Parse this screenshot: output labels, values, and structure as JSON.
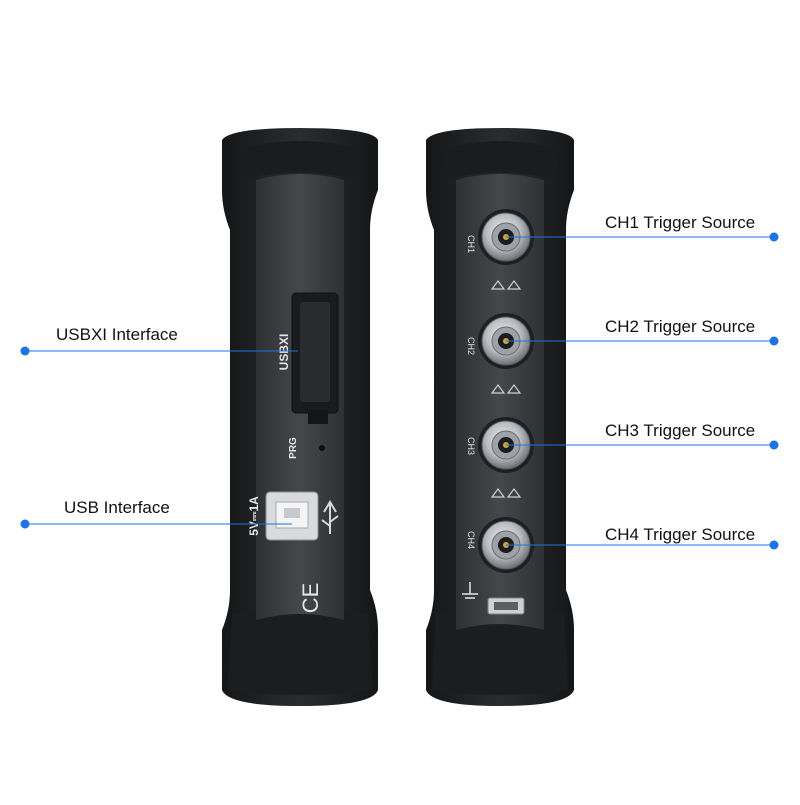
{
  "callouts": {
    "usbxi_interface": "USBXI Interface",
    "usb_interface": "USB Interface",
    "ch1_trigger": "CH1 Trigger Source",
    "ch2_trigger": "CH2 Trigger Source",
    "ch3_trigger": "CH3 Trigger Source",
    "ch4_trigger": "CH4 Trigger Source"
  },
  "device_markings": {
    "usbxi_label": "USBXI",
    "prg_label": "PRG",
    "power_rating": "5V⎓1A",
    "ce_mark": "CE",
    "ch1": "CH1",
    "ch2": "CH2",
    "ch3": "CH3",
    "ch4": "CH4"
  },
  "colors": {
    "callout_line": "#1a73e8",
    "device_body": "#232426",
    "device_panel": "#3a3c40"
  },
  "icons": [
    "usb-icon",
    "ground-icon",
    "bnc-connector"
  ]
}
